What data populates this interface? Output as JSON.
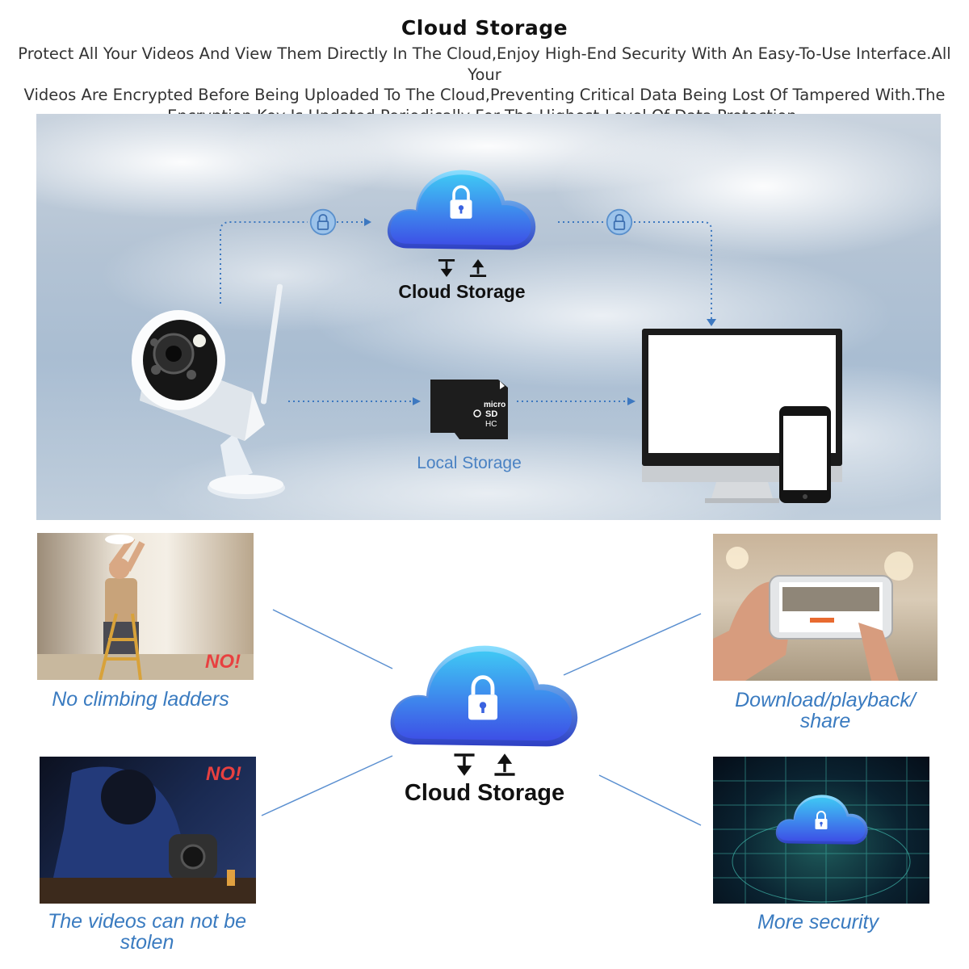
{
  "header": {
    "title": "Cloud Storage",
    "description_lines": [
      "Protect All Your Videos And View Them Directly In The Cloud,Enjoy High-End Security With An Easy-To-Use Interface.All Your",
      "Videos Are Encrypted Before Being Uploaded  To The Cloud,Preventing Critical  Data  Being  Lost Of Tampered With.The",
      "Encryption Key Is Updated Periodically For The Highest-Level Of Data Protection."
    ]
  },
  "hero": {
    "cloud_label": "Cloud Storage",
    "local_label": "Local Storage",
    "sd_card": {
      "brand": "micro",
      "type": "SD",
      "class": "HC"
    }
  },
  "features": {
    "center_label": "Cloud Storage",
    "items": [
      {
        "label_lines": [
          "No climbing ladders"
        ],
        "badge": "NO!"
      },
      {
        "label_lines": [
          "The videos can not be",
          "stolen"
        ],
        "badge": "NO!"
      },
      {
        "label_lines": [
          "Download/playback/",
          "share"
        ],
        "badge": ""
      },
      {
        "label_lines": [
          "More security"
        ],
        "badge": ""
      }
    ]
  },
  "colors": {
    "accent_blue": "#3a7bc0",
    "cloud_top": "#3fc7f4",
    "cloud_bottom": "#3d4fe6",
    "no_red": "#e84040"
  },
  "icons": [
    "lock-icon",
    "download-icon",
    "upload-icon",
    "camera-icon",
    "sd-card-icon",
    "monitor-icon",
    "phone-icon",
    "cloud-icon"
  ]
}
